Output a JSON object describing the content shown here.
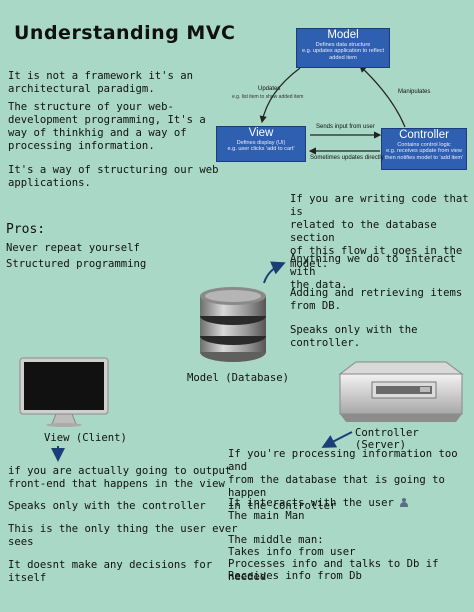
{
  "title": "Understanding MVC",
  "intro": {
    "p1": "It is not a framework it's an\narchitectural paradigm.",
    "p2": "The structure of your web-\ndevelopment programming, It's a\nway of thinkhig and a way of\nprocessing information.",
    "p3": "It's a way of structuring our web\napplications."
  },
  "pros": {
    "heading": "Pros:",
    "items": [
      "Never repeat yourself",
      "Structured programming"
    ]
  },
  "diagram": {
    "model": {
      "title": "Model",
      "line1": "Defines data structure",
      "line2": "e.g. updates application to reflect",
      "line3": "added item"
    },
    "view": {
      "title": "View",
      "line1": "Defines display (UI)",
      "line2": "e.g. user clicks 'add to cart'"
    },
    "controller": {
      "title": "Controller",
      "line1": "Contains control logic",
      "line2": "e.g. receives update from view",
      "line3": "then notifies model to 'add item'"
    },
    "updates": "Updates",
    "updates_sub": "e.g. list item to show added item",
    "manipulates": "Manipulates",
    "sends_input": "Sends input from user",
    "sometimes_updates": "Sometimes updates directly"
  },
  "model_section": {
    "caption": "Model (Database)",
    "p1": "If you are writing code that is\nrelated to the database section\nof this flow it goes in the\nmodel.",
    "p2": "Anything we do to interact with\nthe data.",
    "p3": "Adding and retrieving items\nfrom DB.",
    "p4": "Speaks only with the controller."
  },
  "view_section": {
    "caption": "View (Client)",
    "p1": "if you are actually going to output\nfront-end that happens in the view",
    "p2": "Speaks only with the controller",
    "p3": "This is the only thing the user ever\nsees",
    "p4": "It doesnt make any decisions for\nitself"
  },
  "controller_section": {
    "caption": "Controller (Server)",
    "p1": "If you're processing information too and\nfrom the database that is going to happen\nin the controller",
    "p2": "It interacts with the user",
    "p2b": "The main Man",
    "p3": "The middle man:",
    "p3b": "Takes info from user",
    "p3c": "Processes info and talks to Db if needed",
    "p3d": "Receives info from Db"
  },
  "colors": {
    "background": "#a9d8c6",
    "box": "#2f5fb0"
  }
}
